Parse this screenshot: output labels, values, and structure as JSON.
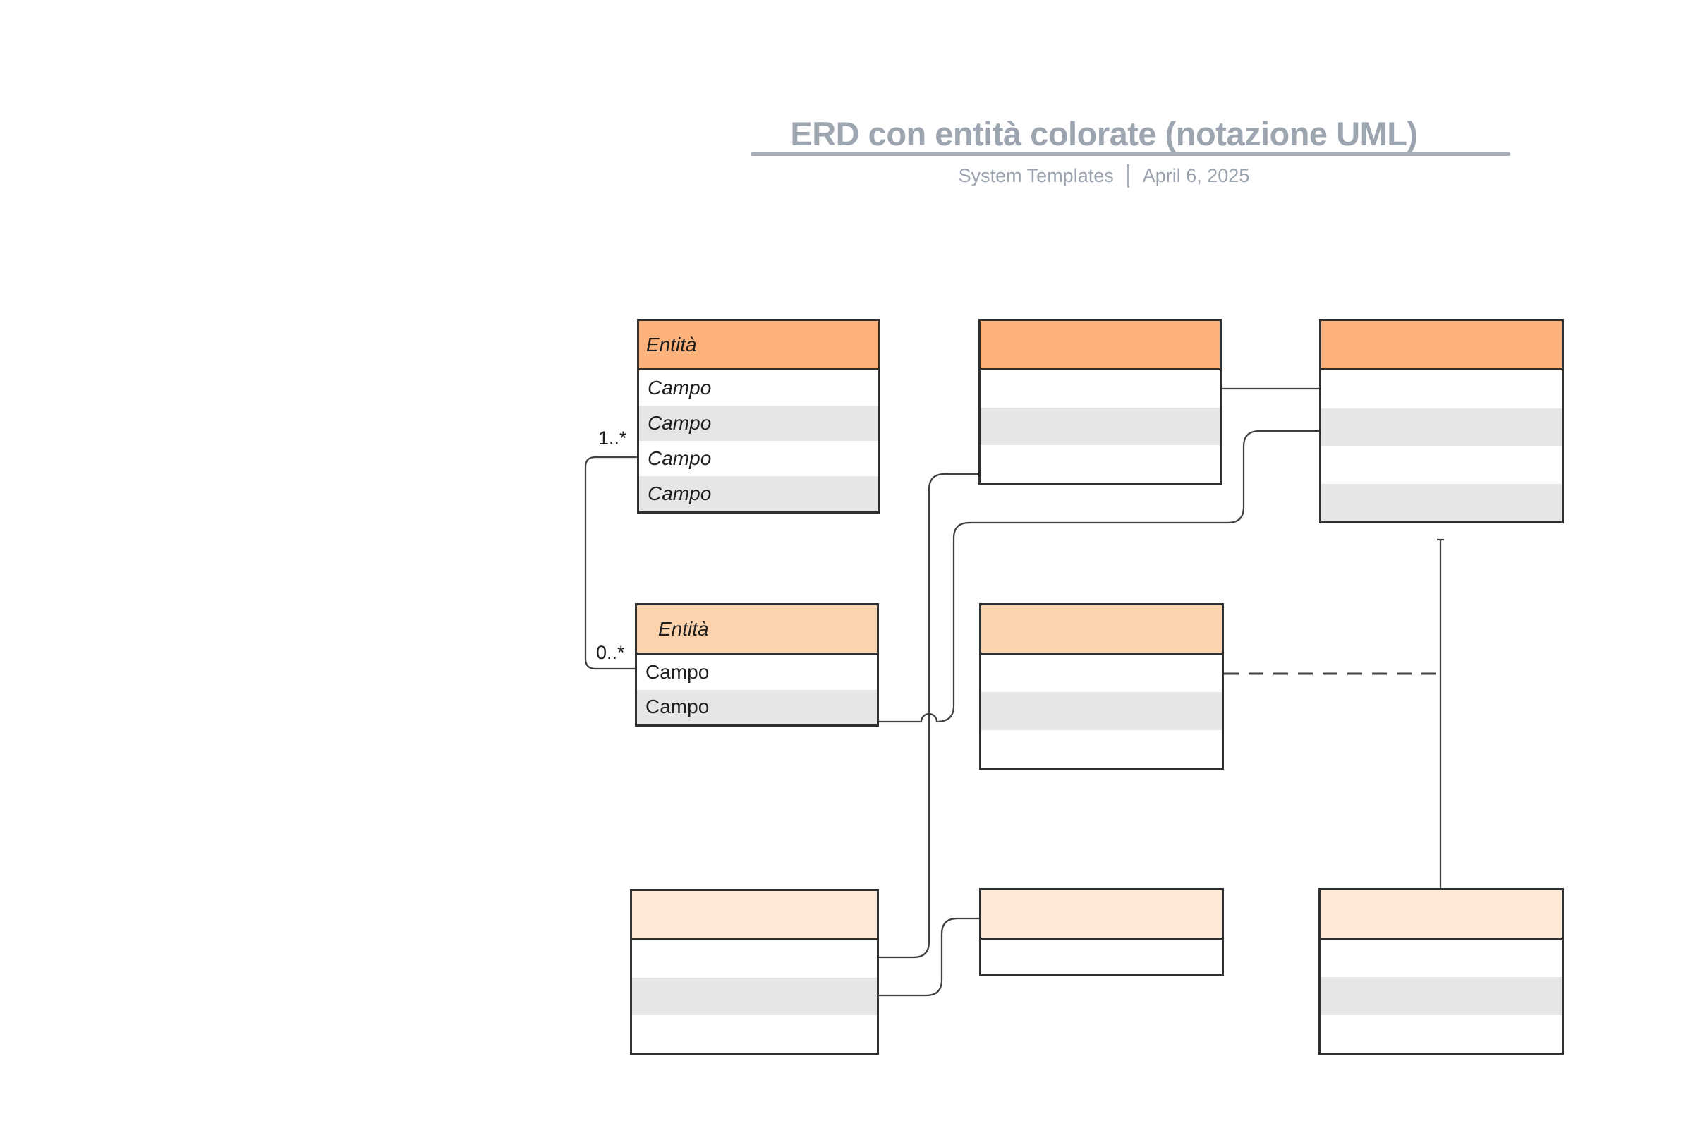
{
  "header": {
    "title": "ERD con entità colorate (notazione UML)",
    "source": "System Templates",
    "date": "April 6, 2025"
  },
  "colors": {
    "header-strong": "#FDB27C",
    "header-medium": "#FDD3AD",
    "header-pale": "#FEE9D7",
    "row-alt": "#E6E6E6",
    "box-border": "#2F2F2F",
    "connector": "#404040",
    "title": "#9DA5B1",
    "subtitle": "#9AA2AE",
    "rule": "#A9AFBA",
    "label": "#1C1C1C"
  },
  "cardinalities": {
    "one_many": "1..*",
    "zero_many": "0..*"
  },
  "entities": [
    {
      "name": "top-left",
      "tint": "strong",
      "header": "Entità",
      "fields": [
        "Campo",
        "Campo",
        "Campo",
        "Campo"
      ]
    },
    {
      "name": "mid-left",
      "tint": "medium",
      "header": "Entità",
      "fields": [
        "Campo",
        "Campo"
      ]
    },
    {
      "name": "top-middle",
      "tint": "strong",
      "header": "",
      "fields": [
        "",
        "",
        ""
      ]
    },
    {
      "name": "top-right",
      "tint": "strong",
      "header": "",
      "fields": [
        "",
        "",
        "",
        ""
      ]
    },
    {
      "name": "mid-center",
      "tint": "medium",
      "header": "",
      "fields": [
        "",
        "",
        ""
      ]
    },
    {
      "name": "bottom-left",
      "tint": "pale",
      "header": "",
      "fields": [
        "",
        "",
        ""
      ]
    },
    {
      "name": "bottom-center",
      "tint": "pale",
      "header": "",
      "fields": [
        ""
      ]
    },
    {
      "name": "bottom-right",
      "tint": "pale",
      "header": "",
      "fields": [
        "",
        "",
        ""
      ]
    }
  ]
}
